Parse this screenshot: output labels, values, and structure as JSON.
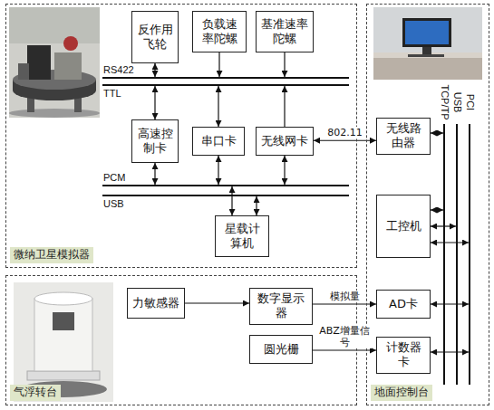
{
  "diagram": {
    "nodes": [
      {
        "text": [
          "微纳卫星模拟器"
        ]
      },
      {
        "text": [
          "反作用飞轮"
        ],
        "in": 0
      },
      {
        "text": [
          "负载速率陀螺"
        ],
        "in": 0
      },
      {
        "text": [
          "基准速率陀螺"
        ],
        "in": 0
      },
      {
        "text": [
          "高速控制卡"
        ],
        "in": 0
      },
      {
        "text": [
          "串口卡"
        ],
        "in": 0
      },
      {
        "text": [
          "无线网卡"
        ],
        "in": 0
      },
      {
        "text": [
          "星载计算机"
        ],
        "in": 0
      },
      {
        "text": [
          "地面控制台"
        ]
      },
      {
        "text": [
          "无线路由器"
        ],
        "in": 8
      },
      {
        "text": [
          "工控机"
        ],
        "in": 8
      },
      {
        "text": [
          "AD卡"
        ],
        "in": 8
      },
      {
        "text": [
          "计数器卡"
        ],
        "in": 8
      },
      {
        "text": [
          "气浮转台"
        ]
      },
      {
        "text": [
          "力敏感器"
        ],
        "in": 13
      },
      {
        "text": [
          "数字显示器"
        ],
        "in": 13
      },
      {
        "text": [
          "圆光栅"
        ],
        "in": 13
      }
    ],
    "edges": [
      {
        "from": 6,
        "to": 9,
        "arrow": "both",
        "label": "802.11"
      },
      {
        "from": 14,
        "to": 15,
        "arrow": "to"
      },
      {
        "from": 15,
        "to": 11,
        "arrow": "to",
        "label": "模拟量"
      },
      {
        "from": 16,
        "to": 12,
        "arrow": "to",
        "label": "ABZ增量信号"
      }
    ],
    "labels": [
      "RS422",
      "TTL",
      "PCM",
      "USB",
      "TCP/TP",
      "USB",
      "PCI"
    ]
  }
}
